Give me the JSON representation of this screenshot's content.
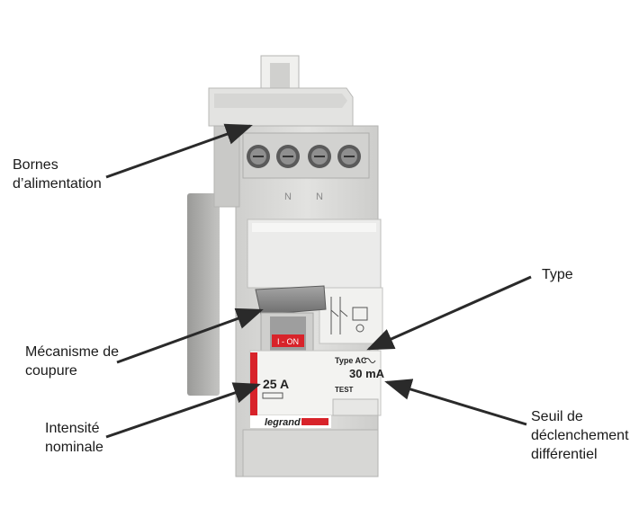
{
  "callouts": {
    "bornes": [
      "Bornes",
      "d’alimentation"
    ],
    "mecanisme": [
      "Mécanisme de",
      "coupure"
    ],
    "intensite": [
      "Intensité",
      "nominale"
    ],
    "type": [
      "Type"
    ],
    "seuil": [
      "Seuil de",
      "déclenchement",
      "différentiel"
    ]
  },
  "device": {
    "brand": "legrand",
    "rating": "25 A",
    "switch_label": "I - ON",
    "type_label": "Type AC",
    "sensitivity": "30 mA",
    "test_label": "TEST",
    "terminal_n_left": "N",
    "terminal_n_right": "N"
  },
  "colors": {
    "housing": "#d9d9d7",
    "window": "#e6e6e4",
    "lever": "#8a8a8a",
    "accent_red": "#d8232a",
    "arrow": "#2a2a2a"
  }
}
